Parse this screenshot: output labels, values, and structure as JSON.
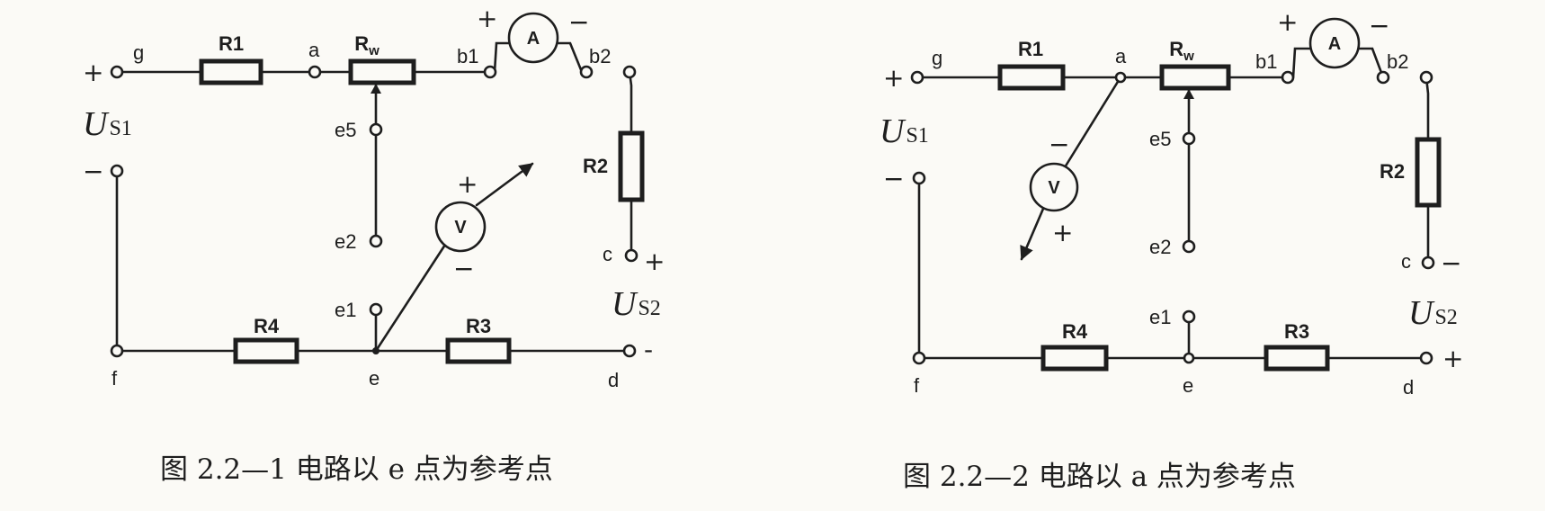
{
  "figures": [
    {
      "id": "fig1",
      "caption": "图 2.2—1   电路以 e 点为参考点",
      "components": {
        "r1": "R1",
        "rw": "R",
        "rw_sub": "w",
        "r2": "R2",
        "r3": "R3",
        "r4": "R4",
        "ammeter": "A",
        "voltmeter": "V"
      },
      "nodes": {
        "g": "g",
        "a": "a",
        "b1": "b1",
        "b2": "b2",
        "e5": "e5",
        "e2": "e2",
        "e1": "e1",
        "e": "e",
        "f": "f",
        "c": "c",
        "d": "d"
      },
      "sources": {
        "us1": "U",
        "us1_sub": "S1",
        "us2": "U",
        "us2_sub": "S2"
      },
      "signs": {
        "us1_plus": "+",
        "us1_minus": "−",
        "us2_c": "+",
        "us2_d": "-",
        "amm_plus": "+",
        "amm_minus": "−",
        "volt_plus": "+",
        "volt_minus": "−"
      }
    },
    {
      "id": "fig2",
      "caption": "图 2.2—2   电路以 a 点为参考点",
      "components": {
        "r1": "R1",
        "rw": "R",
        "rw_sub": "w",
        "r2": "R2",
        "r3": "R3",
        "r4": "R4",
        "ammeter": "A",
        "voltmeter": "V"
      },
      "nodes": {
        "g": "g",
        "a": "a",
        "b1": "b1",
        "b2": "b2",
        "e5": "e5",
        "e2": "e2",
        "e1": "e1",
        "e": "e",
        "f": "f",
        "c": "c",
        "d": "d"
      },
      "sources": {
        "us1": "U",
        "us1_sub": "S1",
        "us2": "U",
        "us2_sub": "S2"
      },
      "signs": {
        "us1_plus": "+",
        "us1_minus": "−",
        "us2_c": "−",
        "us2_d": "+",
        "amm_plus": "+",
        "amm_minus": "−",
        "volt_plus": "+",
        "volt_minus": "−"
      }
    }
  ]
}
